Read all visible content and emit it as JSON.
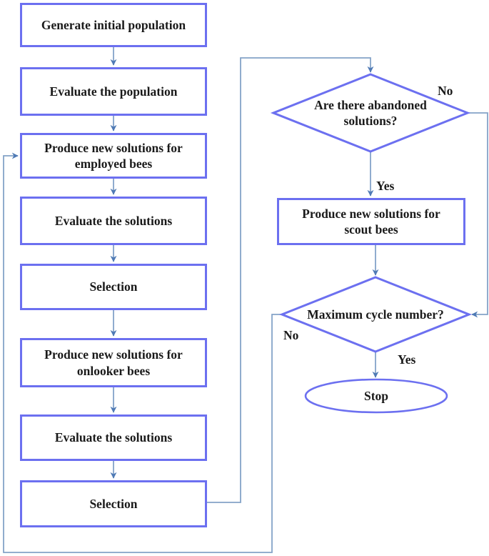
{
  "flow": {
    "process_boxes": [
      {
        "lines": [
          "Generate initial population"
        ]
      },
      {
        "lines": [
          "Evaluate the population"
        ]
      },
      {
        "lines": [
          "Produce new solutions for",
          "employed bees"
        ]
      },
      {
        "lines": [
          "Evaluate the solutions"
        ]
      },
      {
        "lines": [
          "Selection"
        ]
      },
      {
        "lines": [
          "Produce new solutions for",
          "onlooker bees"
        ]
      },
      {
        "lines": [
          "Evaluate the solutions"
        ]
      },
      {
        "lines": [
          "Selection"
        ]
      }
    ],
    "scout_box": {
      "lines": [
        "Produce new solutions for",
        "scout bees"
      ]
    },
    "decision_abandoned": {
      "lines": [
        "Are there abandoned",
        "solutions?"
      ]
    },
    "decision_max_cycle": {
      "lines": [
        "Maximum cycle number?"
      ]
    },
    "terminator": {
      "label": "Stop"
    },
    "edge_labels": {
      "abandoned_no": "No",
      "abandoned_yes": "Yes",
      "max_cycle_no": "No",
      "max_cycle_yes": "Yes"
    },
    "colors": {
      "shape_border": "#6c70f0",
      "connector": "#84a3c8",
      "arrowhead": "#4f7ab5",
      "text": "#1a1a1a",
      "background": "#ffffff"
    }
  }
}
